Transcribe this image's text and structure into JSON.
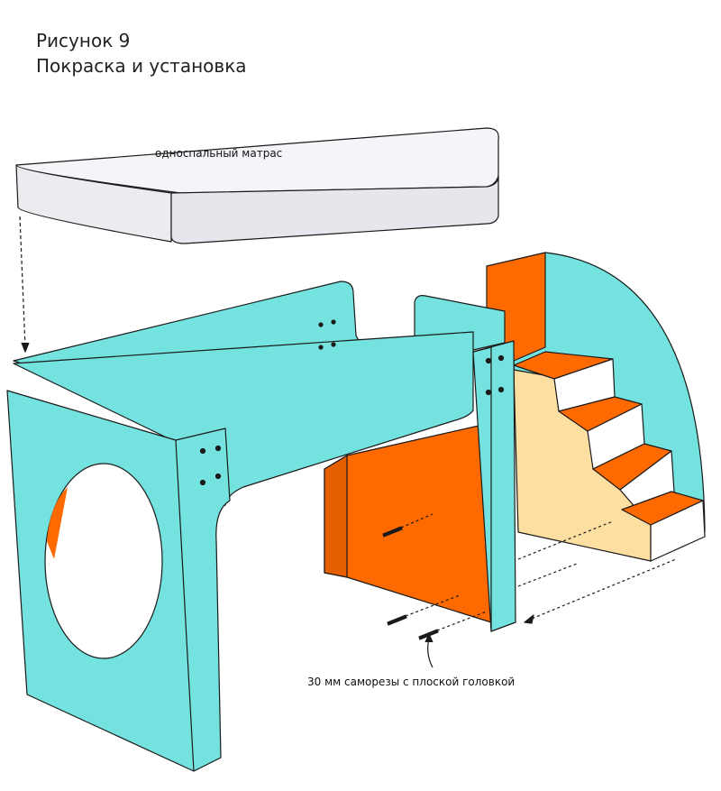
{
  "figure": {
    "number_label": "Рисунок 9",
    "title": "Покраска и установка"
  },
  "labels": {
    "mattress": "односпальный матрас",
    "screws": "30 мм саморезы с плоской головкой"
  },
  "colors": {
    "panel": "#74E2DF",
    "accent": "#FF6A00",
    "wood": "#FDDFA2",
    "mattress": "#F4F2F6",
    "outline": "#1a1a1a"
  }
}
